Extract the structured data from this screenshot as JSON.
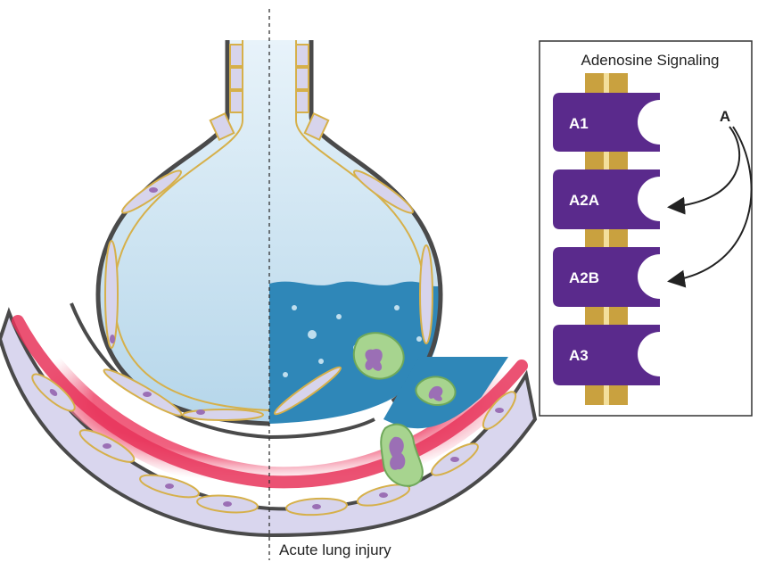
{
  "panel": {
    "title": "Adenosine Signaling",
    "receptors": [
      {
        "label": "A1"
      },
      {
        "label": "A2A"
      },
      {
        "label": "A2B"
      },
      {
        "label": "A3"
      }
    ],
    "ligand_label": "A"
  },
  "caption": "Acute lung injury",
  "colors": {
    "receptor": "#5a2a8c",
    "membrane": "#c9a13f",
    "healthy_fluid": "#b9d8ea",
    "edema_fluid": "#2f87b8",
    "vessel": "#e8345a",
    "cell_fill": "#d7d4ec",
    "cell_border": "#d6b04a",
    "neutrophil": "#a7d48f"
  }
}
